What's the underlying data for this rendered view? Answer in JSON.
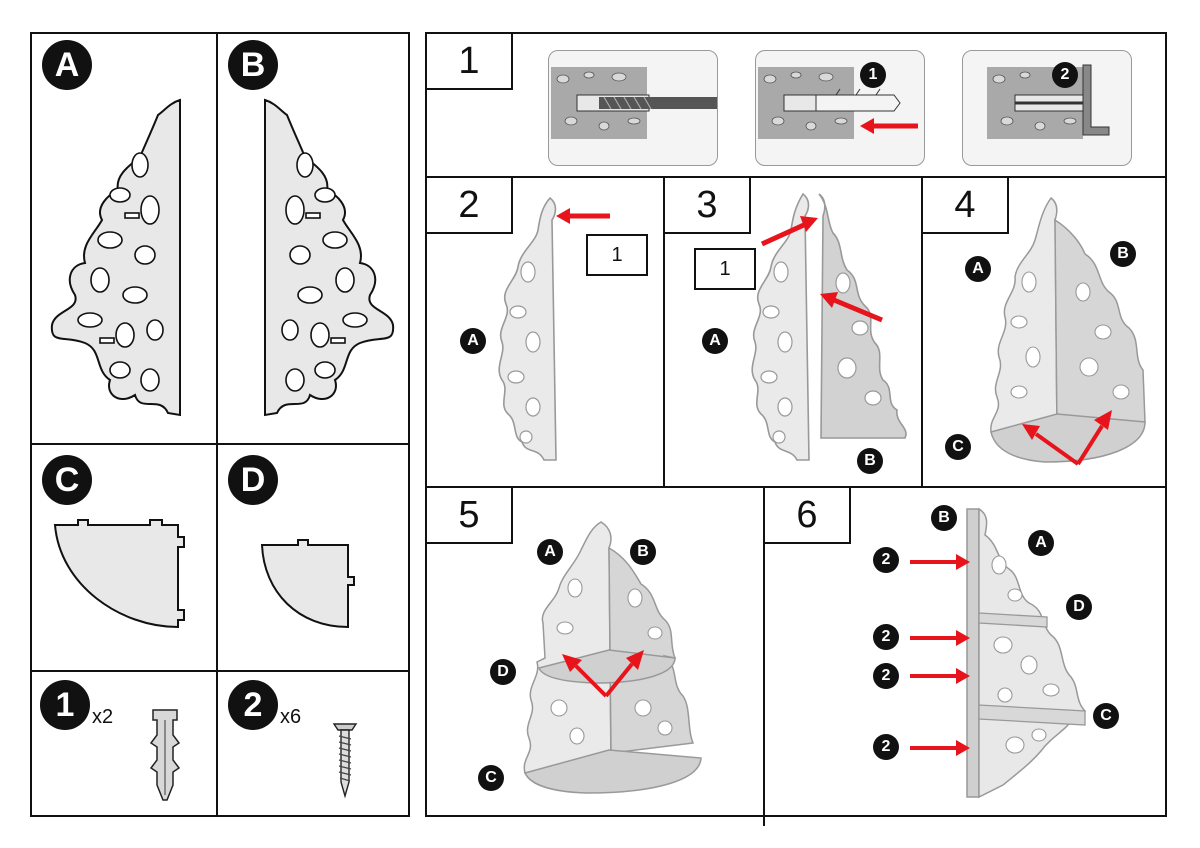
{
  "parts": {
    "a": {
      "label": "A"
    },
    "b": {
      "label": "B"
    },
    "c": {
      "label": "C"
    },
    "d": {
      "label": "D"
    },
    "anchor": {
      "label": "1",
      "qty": "x2"
    },
    "screw": {
      "label": "2",
      "qty": "x6"
    }
  },
  "steps": [
    {
      "number": "1",
      "callouts": [
        "1",
        "2"
      ]
    },
    {
      "number": "2",
      "ref": "1",
      "labels": [
        "A"
      ]
    },
    {
      "number": "3",
      "ref": "1",
      "labels": [
        "A",
        "B"
      ]
    },
    {
      "number": "4",
      "labels": [
        "A",
        "B",
        "C"
      ]
    },
    {
      "number": "5",
      "labels": [
        "A",
        "B",
        "D",
        "C"
      ]
    },
    {
      "number": "6",
      "labels": [
        "B",
        "A",
        "D",
        "C"
      ],
      "screw_callouts": [
        "2",
        "2",
        "2",
        "2"
      ]
    }
  ],
  "colors": {
    "arrow": "#e8141b",
    "part_fill": "#e6e6e6",
    "stroke": "#111111"
  }
}
